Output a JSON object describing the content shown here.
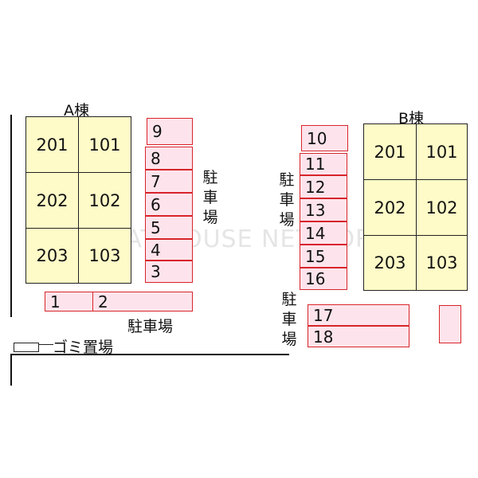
{
  "buildings": {
    "a": {
      "name": "A棟",
      "units": [
        "201",
        "101",
        "202",
        "102",
        "203",
        "103"
      ]
    },
    "b": {
      "name": "B棟",
      "units": [
        "201",
        "101",
        "202",
        "102",
        "203",
        "103"
      ]
    }
  },
  "parking_spaces": [
    "1",
    "2",
    "3",
    "4",
    "5",
    "6",
    "7",
    "8",
    "9",
    "10",
    "11",
    "12",
    "13",
    "14",
    "15",
    "16",
    "17",
    "18"
  ],
  "labels": {
    "parking": "駐車場",
    "parking_chars": [
      "駐",
      "車",
      "場"
    ],
    "garbage": "ゴミ置場",
    "watermark": "PITAT HOUSE NETWORK"
  },
  "colors": {
    "unit_fill": "#fffbc8",
    "space_fill": "#fde4ec",
    "space_border": "#d8242b"
  }
}
